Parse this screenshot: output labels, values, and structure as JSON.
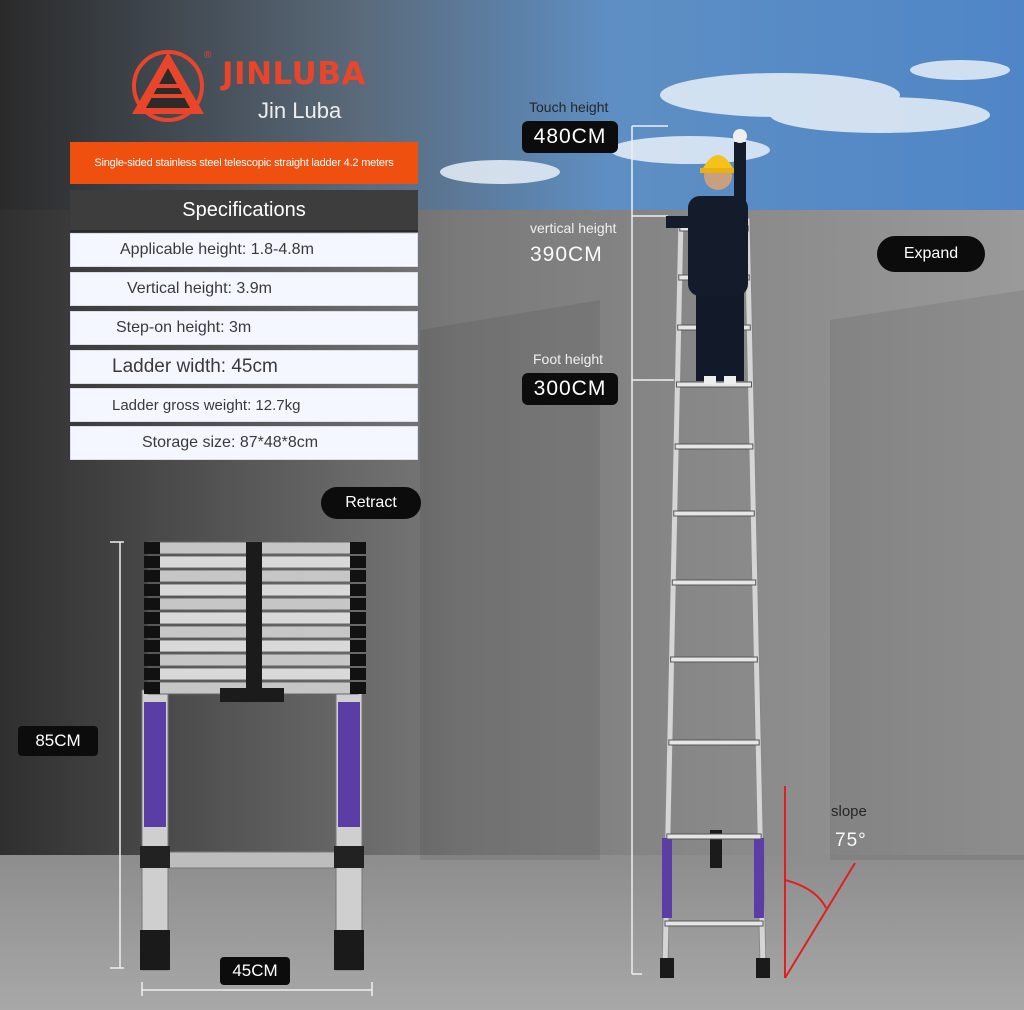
{
  "brand": {
    "logo_text": "JINLUBA",
    "registered": "®",
    "subtitle": "Jin Luba"
  },
  "product_banner": "Single-sided stainless steel telescopic straight ladder 4.2 meters",
  "specifications": {
    "heading": "Specifications",
    "rows": [
      "Applicable height: 1.8-4.8m",
      "Vertical height: 3.9m",
      "Step-on height: 3m",
      "Ladder width: 45cm",
      "Ladder gross weight: 12.7kg",
      "Storage size: 87*48*8cm"
    ]
  },
  "retracted": {
    "badge": "Retract",
    "height_label": "85CM",
    "width_label": "45CM"
  },
  "expanded": {
    "badge": "Expand",
    "touch_height_label": "Touch height",
    "touch_height_value": "480CM",
    "vertical_height_label": "vertical height",
    "vertical_height_value": "390CM",
    "foot_height_label": "Foot height",
    "foot_height_value": "300CM",
    "slope_label": "slope",
    "slope_value": "75°"
  },
  "colors": {
    "brand_red": "#e8452a",
    "banner_orange": "#f0500f",
    "wall_gray": "#8a8a8a",
    "sky_blue": "#6f9fcf",
    "label_black": "#0c0c0c",
    "slope_red": "#e02020"
  }
}
